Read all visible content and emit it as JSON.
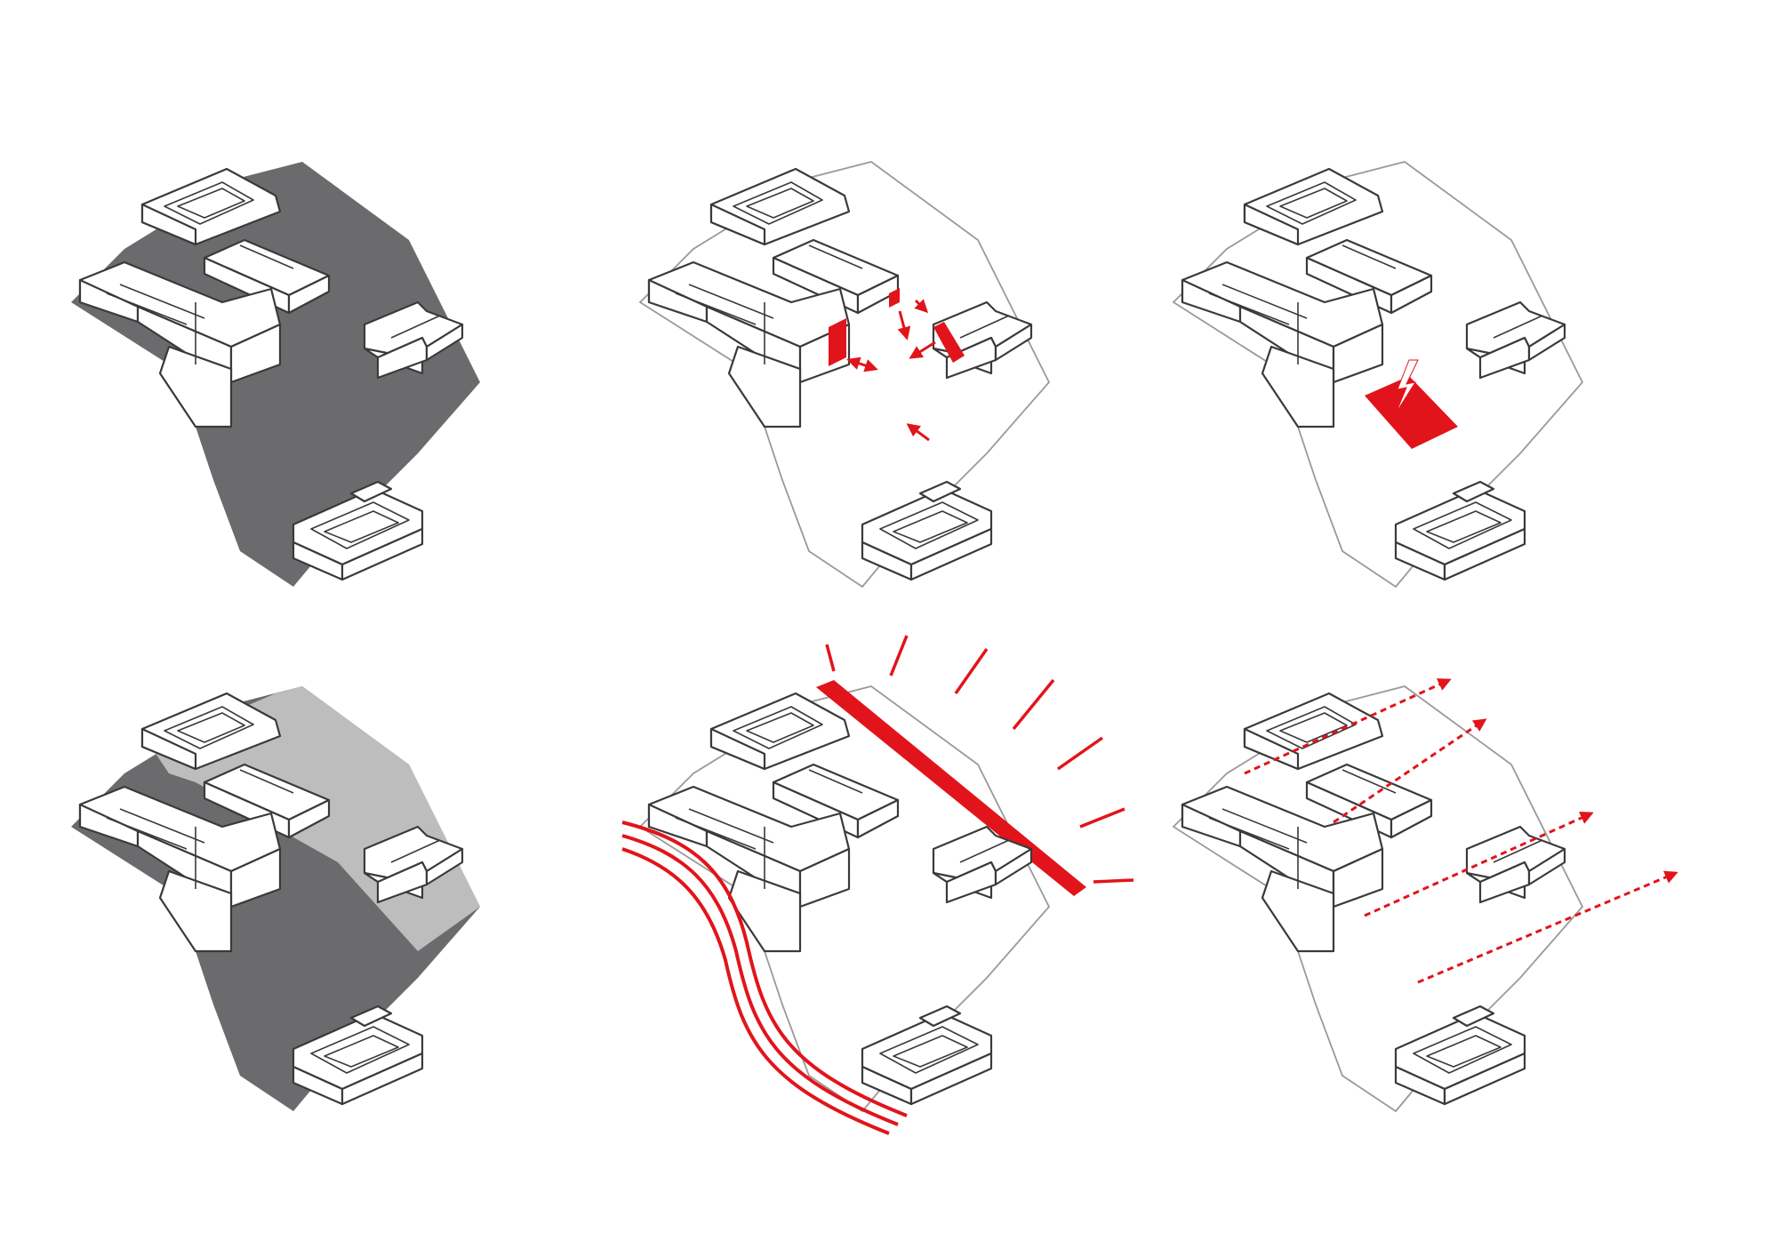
{
  "colors": {
    "background": "#ffffff",
    "building_fill": "#ffffff",
    "building_stroke": "#3a3a3a",
    "site_dark": "#6b6b6d",
    "site_light": "#bdbdbd",
    "site_outline": "#9a9a9a",
    "accent_red": "#e2141b"
  },
  "diagrams": [
    {
      "id": "open-space-dark",
      "row": 1,
      "col": 1,
      "site_style": "dark-fill",
      "overlay": "none"
    },
    {
      "id": "building-frontages",
      "row": 1,
      "col": 2,
      "site_style": "outline",
      "overlay": "red-facades-with-arrows"
    },
    {
      "id": "central-square",
      "row": 1,
      "col": 3,
      "site_style": "outline",
      "overlay": "red-square-with-lightning",
      "icon": "lightning-icon"
    },
    {
      "id": "open-space-layered",
      "row": 2,
      "col": 1,
      "site_style": "dark-and-light-fill",
      "overlay": "none"
    },
    {
      "id": "road-and-views",
      "row": 2,
      "col": 2,
      "site_style": "outline",
      "overlay": "red-band-road-and-rays"
    },
    {
      "id": "wind-directions",
      "row": 2,
      "col": 3,
      "site_style": "outline",
      "overlay": "dashed-red-arrows"
    }
  ]
}
